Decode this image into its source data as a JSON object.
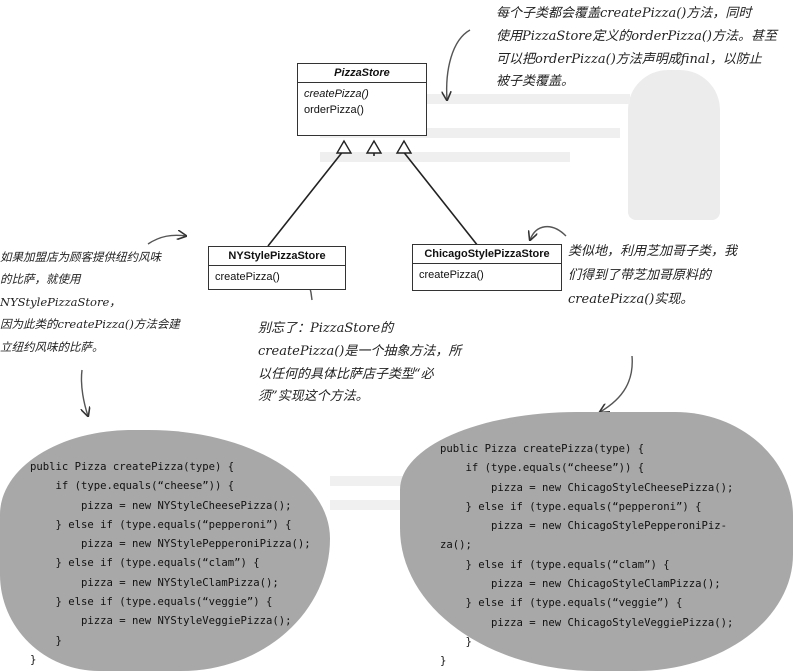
{
  "uml": {
    "pizza_store": {
      "name": "PizzaStore",
      "methods": [
        "createPizza()",
        "orderPizza()"
      ]
    },
    "ny_store": {
      "name": "NYStylePizzaStore",
      "methods": [
        "createPizza()"
      ]
    },
    "chicago_store": {
      "name": "ChicagoStylePizzaStore",
      "methods": [
        "createPizza()"
      ]
    }
  },
  "notes": {
    "top_right": [
      "每个子类都会覆盖createPizza()方法，同时",
      "使用PizzaStore定义的orderPizza()方法。甚至",
      "可以把orderPizza()方法声明成final，以防止",
      "被子类覆盖。"
    ],
    "left": [
      "如果加盟店为顾客提供纽约风味",
      "的比萨，就使用NYStylePizzaStore，",
      "因为此类的createPizza()方法会建",
      "立纽约风味的比萨。"
    ],
    "right": [
      "类似地，利用芝加哥子类，我",
      "们得到了带芝加哥原料的",
      "createPizza()实现。"
    ],
    "center": [
      "别忘了：PizzaStore的",
      "createPizza()是一个抽象方法，所",
      "以任何的具体比萨店子类型“必",
      "须”实现这个方法。"
    ]
  },
  "code": {
    "ny": [
      "public Pizza createPizza(type) {",
      "    if (type.equals(“cheese”)) {",
      "        pizza = new NYStyleCheesePizza();",
      "    } else if (type.equals(“pepperoni”) {",
      "        pizza = new NYStylePepperoniPizza();",
      "    } else if (type.equals(“clam”) {",
      "        pizza = new NYStyleClamPizza();",
      "    } else if (type.equals(“veggie”) {",
      "        pizza = new NYStyleVeggiePizza();",
      "    }",
      "}"
    ],
    "chicago": [
      "public Pizza createPizza(type) {",
      "    if (type.equals(“cheese”)) {",
      "        pizza = new ChicagoStyleCheesePizza();",
      "    } else if (type.equals(“pepperoni”) {",
      "        pizza = new ChicagoStylePepperoniPiz-",
      "za();",
      "    } else if (type.equals(“clam”) {",
      "        pizza = new ChicagoStyleClamPizza();",
      "    } else if (type.equals(“veggie”) {",
      "        pizza = new ChicagoStyleVeggiePizza();",
      "    }",
      "}"
    ]
  }
}
